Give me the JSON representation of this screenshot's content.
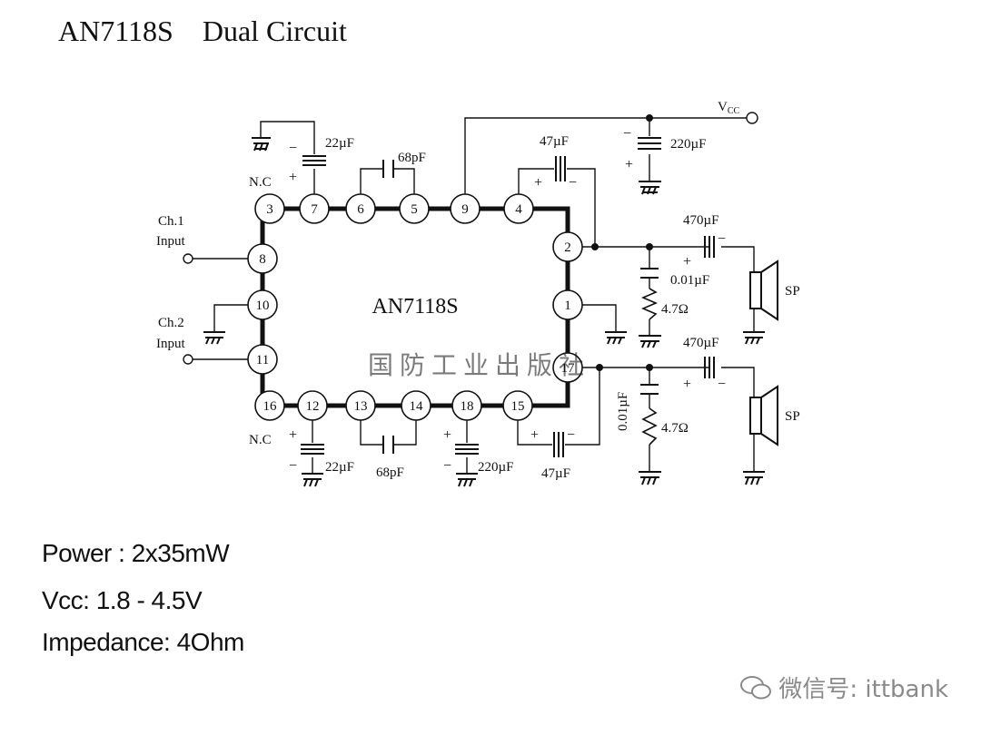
{
  "title": "AN7118S    Dual Circuit",
  "chip_label": "AN7118S",
  "pins": [
    "3",
    "7",
    "6",
    "5",
    "9",
    "4",
    "2",
    "8",
    "10",
    "1",
    "11",
    "16",
    "12",
    "13",
    "14",
    "18",
    "15",
    "17"
  ],
  "labels": {
    "nc_top": "N.C",
    "nc_bottom": "N.C",
    "ch1": [
      "Ch.1",
      "Input"
    ],
    "ch2": [
      "Ch.2",
      "Input"
    ],
    "vcc": "V",
    "vcc_sub": "CC",
    "sp1": "SP",
    "sp2": "SP"
  },
  "components": {
    "c_22uf_top": "22µF",
    "c_68pf_top": "68pF",
    "c_47uf_top": "47µF",
    "c_220uf_top": "220µF",
    "c_470uf_1": "470µF",
    "c_001uf_1": "0.01µF",
    "r_47_1": "4.7Ω",
    "c_470uf_2": "470µF",
    "c_001uf_2": "0.01µF",
    "r_47_2": "4.7Ω",
    "c_22uf_bottom": "22µF",
    "c_68pf_bottom": "68pF",
    "c_220uf_bottom": "220µF",
    "c_47uf_bottom": "47µF"
  },
  "polarity": {
    "plus": "+",
    "minus": "−"
  },
  "center_watermark": "国 防 工 业 出 版 社",
  "specs": {
    "power": "Power : 2x35mW",
    "vcc": "Vcc: 1.8 - 4.5V",
    "impedance": "Impedance: 4Ohm"
  },
  "watermark": "微信号: ittbank"
}
